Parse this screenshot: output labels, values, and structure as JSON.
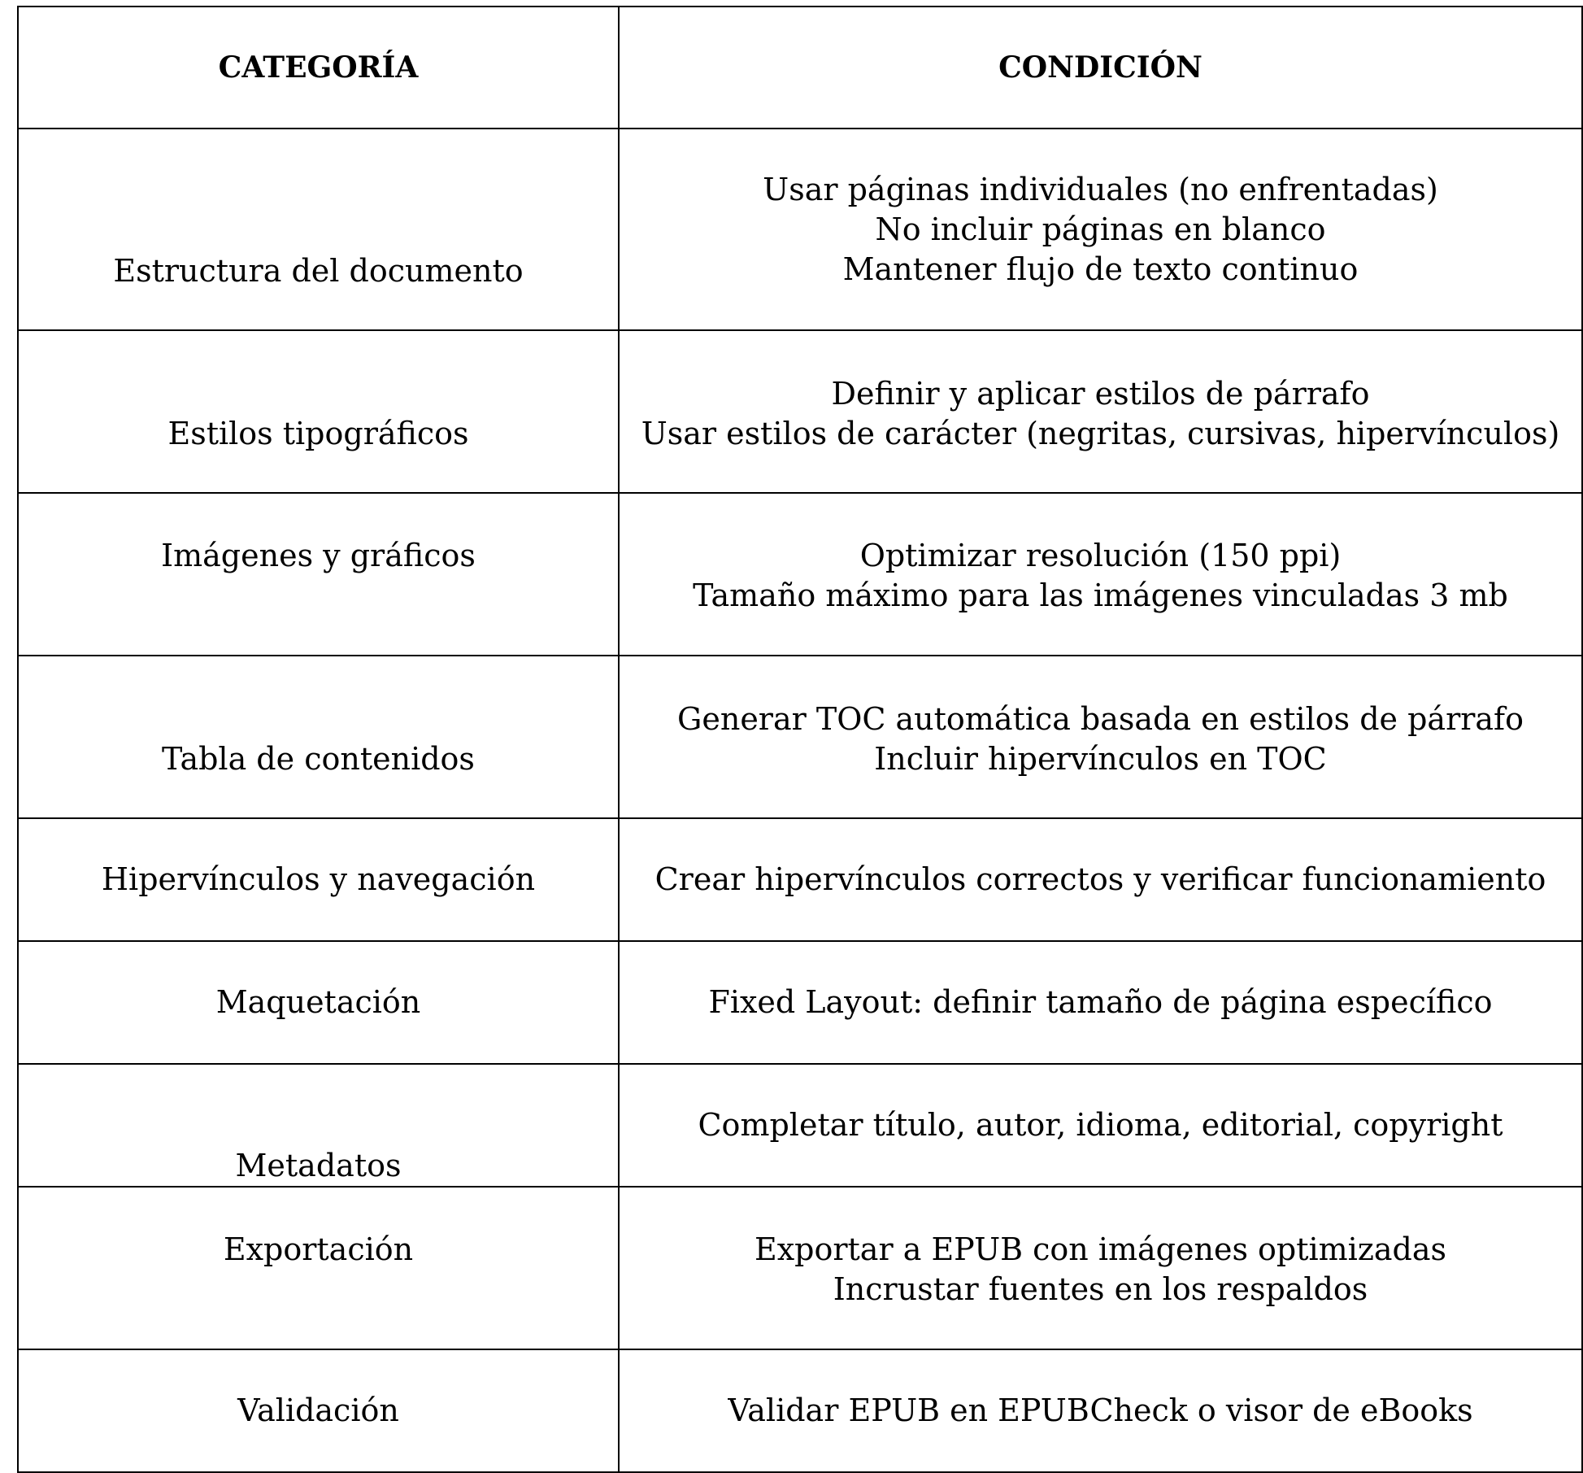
{
  "table": {
    "headers": {
      "category": "CATEGORÍA",
      "condition": "CONDICIÓN"
    },
    "rows": [
      {
        "category": "Estructura del documento",
        "conditions": [
          "Usar páginas individuales (no enfrentadas)",
          "No incluir páginas en blanco",
          "Mantener flujo de texto continuo"
        ]
      },
      {
        "category": "Estilos tipográficos",
        "conditions": [
          "Definir y aplicar estilos de párrafo",
          "Usar estilos de carácter (negritas, cursivas, hipervínculos)"
        ]
      },
      {
        "category": "Imágenes y gráficos",
        "conditions": [
          "Optimizar resolución (150 ppi)",
          "Tamaño máximo para las imágenes vinculadas 3 mb"
        ]
      },
      {
        "category": "Tabla de contenidos",
        "conditions": [
          "Generar TOC automática basada en estilos de párrafo",
          "Incluir hipervínculos en TOC"
        ]
      },
      {
        "category": "Hipervínculos y navegación",
        "conditions": [
          "Crear hipervínculos correctos y verificar funcionamiento"
        ]
      },
      {
        "category": "Maquetación",
        "conditions": [
          "Fixed Layout: definir tamaño de página específico"
        ]
      },
      {
        "category": "Metadatos",
        "conditions": [
          "Completar título, autor, idioma, editorial, copyright"
        ]
      },
      {
        "category": "Exportación",
        "conditions": [
          "Exportar a EPUB con imágenes optimizadas",
          "Incrustar fuentes en los respaldos"
        ]
      },
      {
        "category": "Validación",
        "conditions": [
          "Validar EPUB en EPUBCheck o visor de eBooks"
        ]
      }
    ]
  }
}
